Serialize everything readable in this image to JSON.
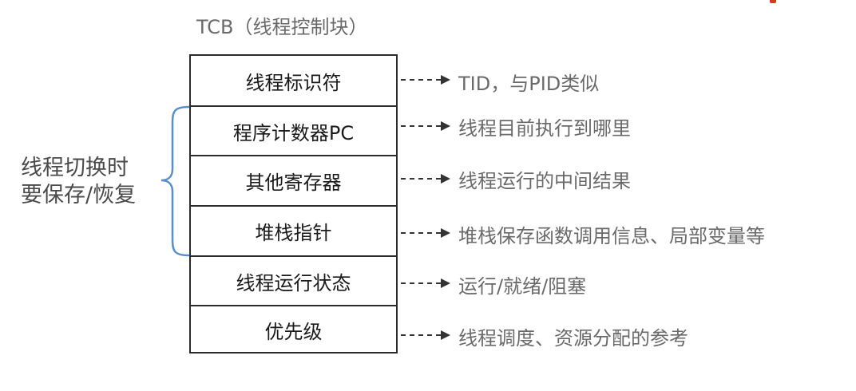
{
  "title": "TCB（线程控制块）",
  "side_label": {
    "line1": "线程切换时",
    "line2": "要保存/恢复"
  },
  "rows": [
    {
      "field": "线程标识符",
      "description": "TID，与PID类似"
    },
    {
      "field": "程序计数器PC",
      "description": "线程目前执行到哪里"
    },
    {
      "field": "其他寄存器",
      "description": "线程运行的中间结果"
    },
    {
      "field": "堆栈指针",
      "description": "堆栈保存函数调用信息、局部变量等"
    },
    {
      "field": "线程运行状态",
      "description": "运行/就绪/阻塞"
    },
    {
      "field": "优先级",
      "description": "线程调度、资源分配的参考"
    }
  ],
  "colors": {
    "brace": "#5b8fc9",
    "border": "#2b2b2b",
    "description_text": "#6a6a6a",
    "accent_mark": "#d9381e"
  }
}
